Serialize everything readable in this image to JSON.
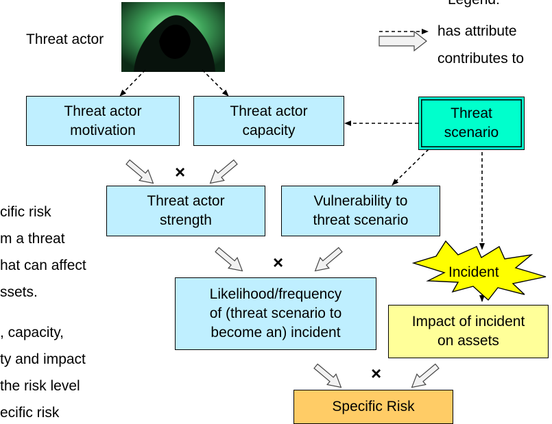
{
  "threat_actor_label": "Threat actor",
  "legend": {
    "title": "Legend:",
    "attribute_label": "has attribute",
    "contributes_label": "contributes to"
  },
  "boxes": {
    "motivation": "Threat actor\nmotivation",
    "capacity": "Threat actor\ncapacity",
    "scenario": "Threat\nscenario",
    "strength": "Threat actor\nstrength",
    "vulnerability": "Vulnerability to\nthreat scenario",
    "likelihood": "Likelihood/frequency\nof  (threat scenario to\nbecome an) incident",
    "impact": "Impact of incident\non assets",
    "specific_risk": "Specific Risk"
  },
  "incident_label": "Incident",
  "multiply_symbol": "×",
  "side_text": [
    "cific risk",
    "m a threat",
    "hat can affect",
    "ssets.",
    ", capacity,",
    "ty and impact",
    " the risk level",
    "ecific risk"
  ],
  "colors": {
    "box_blue": "#bfefff",
    "scenario_green": "#00ffcc",
    "impact_yellow": "#ffff99",
    "risk_orange": "#ffcc66",
    "incident_yellow": "#ffff00"
  }
}
